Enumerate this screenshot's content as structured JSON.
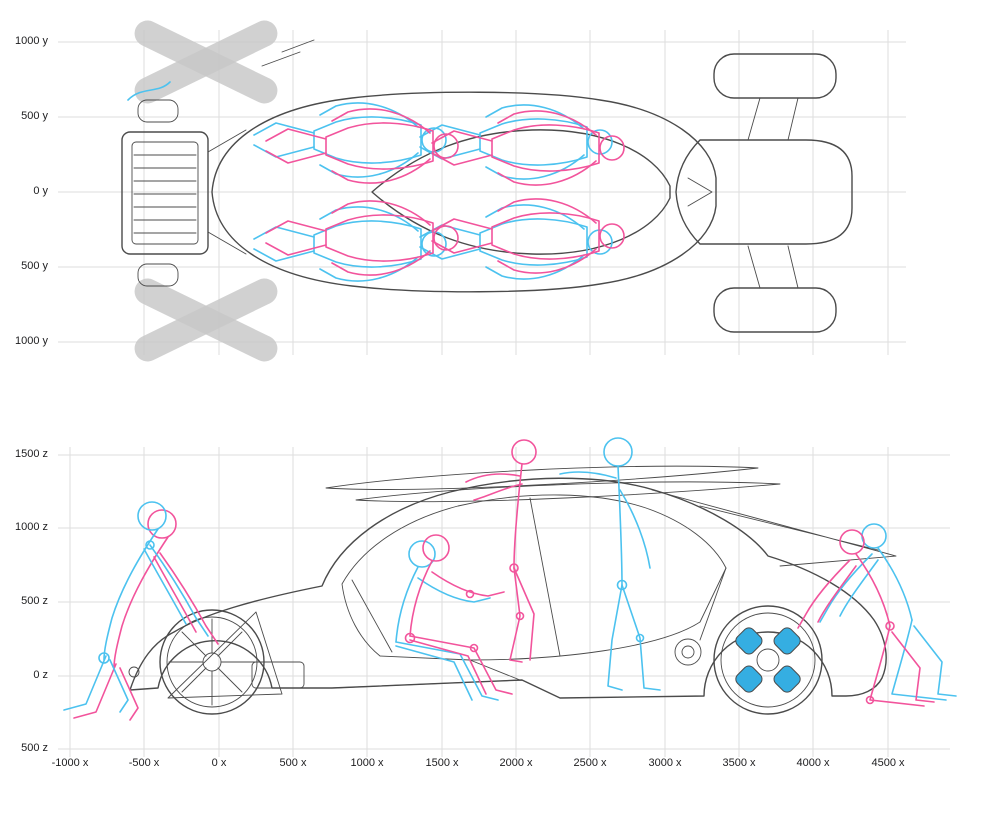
{
  "diagram": {
    "type": "vehicle-ergonomics-blueprint",
    "views": {
      "top": {
        "name": "top-view-plan",
        "y_axis_labels": [
          "1000 y",
          "500 y",
          "0 y",
          "500 y",
          "1000 y"
        ]
      },
      "side": {
        "name": "side-view-elevation",
        "z_axis_labels": [
          "1500 z",
          "1000 z",
          "500 z",
          "0 z",
          "500 z"
        ],
        "x_axis_labels": [
          "-1000 x",
          "-500 x",
          "0 x",
          "500 x",
          "1000 x",
          "1500 x",
          "2000 x",
          "2500 x",
          "3000 x",
          "3500 x",
          "4000 x",
          "4500 x"
        ]
      }
    },
    "colors": {
      "grid": "#dedede",
      "outline": "#4b4b4b",
      "figure_pink": "#f2549c",
      "figure_cyan": "#4cc2ef",
      "crossed_gray": "#c7c7c7",
      "wheel_blue": "#35aee2",
      "label": "#1d1d1f",
      "background": "#ffffff"
    }
  }
}
